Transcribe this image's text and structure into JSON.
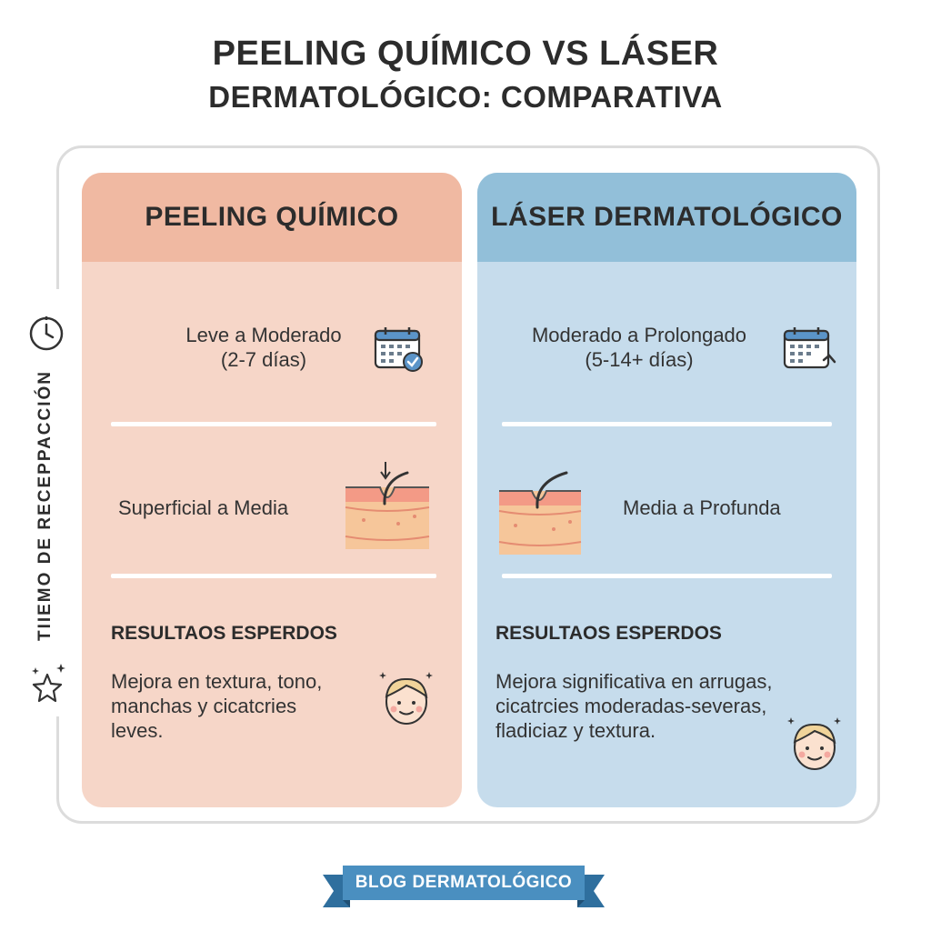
{
  "title": {
    "line1": "PEELING QUÍMICO  VS LÁSER",
    "line2": "DERMATOLÓGICO: COMPARATIVA"
  },
  "side_label": "TIIEMO DE RECEPPACCIÓN",
  "left": {
    "heading": "PEELING QUÍMICO",
    "recovery_line1": "Leve a Moderado",
    "recovery_line2": "(2-7 días)",
    "depth": "Superficial a Media",
    "results_heading": "RESULTAOS ESPERDOS",
    "results_line1": "Mejora en textura, tono,",
    "results_line2": "manchas y cicatcries",
    "results_line3": "leves."
  },
  "right": {
    "heading": "LÁSER DERMATOLÓGICO",
    "recovery_line1": "Moderado a Prolongado",
    "recovery_line2": "(5-14+ días)",
    "depth": "Media a Profunda",
    "results_heading": "RESULTAOS ESPERDOS",
    "results_line1": "Mejora significativa  en  arrugas,",
    "results_line2": "cicatrcies moderadas-severas,",
    "results_line3": "fladiciaz y textura."
  },
  "footer": {
    "ribbon": "BLOG DERMATOLÓGICO"
  },
  "colors": {
    "left_panel": "#f6d6c8",
    "left_header": "#f0b9a2",
    "right_panel": "#c6dcec",
    "right_header": "#92bfd9",
    "ribbon": "#4a8fc0"
  },
  "icons": [
    "clock-icon",
    "sparkle-star-icon",
    "calendar-check-icon",
    "calendar-icon",
    "skin-layer-icon",
    "face-icon"
  ]
}
